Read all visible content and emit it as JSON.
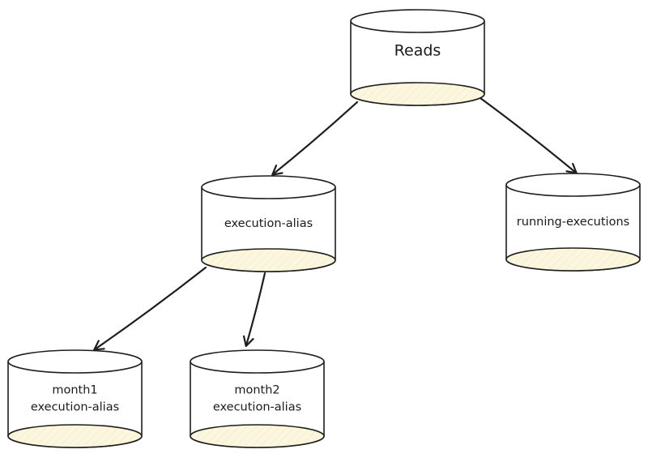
{
  "diagram": {
    "fill_color": "#fbf7de",
    "stroke_color": "#1e1e1e",
    "nodes": [
      {
        "id": "reads",
        "lines": [
          "Reads"
        ]
      },
      {
        "id": "execution-alias",
        "lines": [
          "execution-alias"
        ]
      },
      {
        "id": "running-executions",
        "lines": [
          "running-executions"
        ]
      },
      {
        "id": "month1",
        "lines": [
          "month1",
          "execution-alias"
        ]
      },
      {
        "id": "month2",
        "lines": [
          "month2",
          "execution-alias"
        ]
      }
    ],
    "edges": [
      {
        "from": "reads",
        "to": "execution-alias"
      },
      {
        "from": "reads",
        "to": "running-executions"
      },
      {
        "from": "execution-alias",
        "to": "month1"
      },
      {
        "from": "execution-alias",
        "to": "month2"
      }
    ]
  }
}
